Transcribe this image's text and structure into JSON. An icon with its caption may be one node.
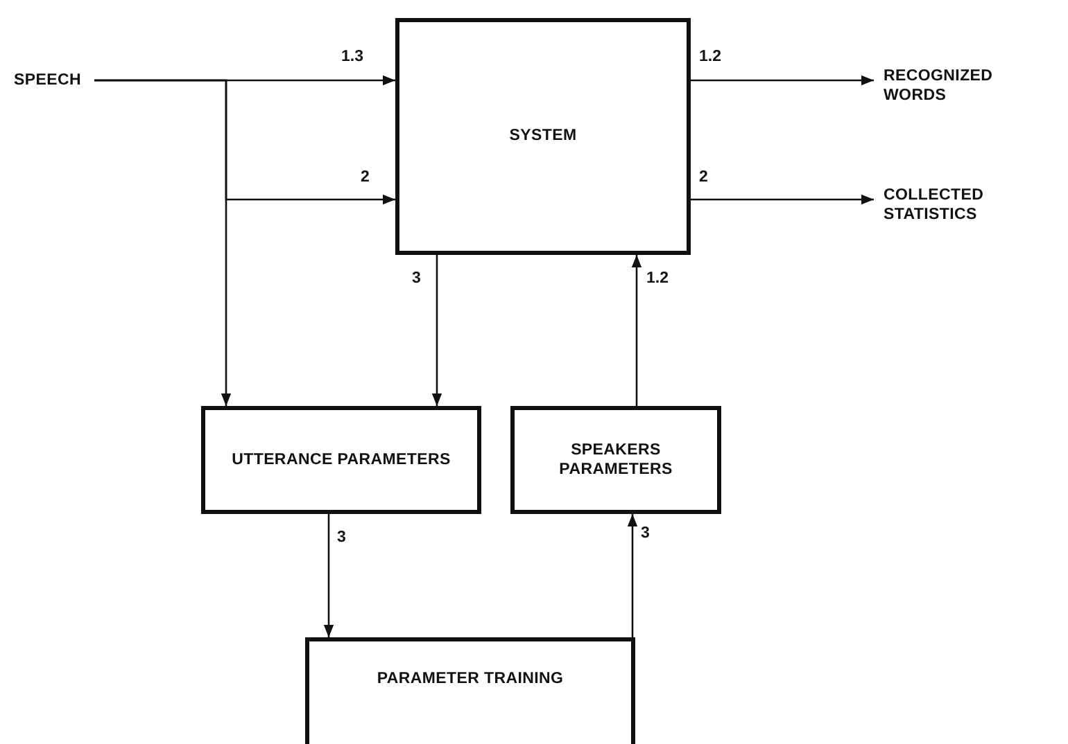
{
  "diagram": {
    "nodes": [
      {
        "text": [
          "SPEECH"
        ]
      },
      {
        "text": [
          "SYSTEM"
        ]
      },
      {
        "text": [
          "RECOGNIZED WORDS"
        ]
      },
      {
        "text": [
          "COLLECTED STATISTICS"
        ]
      },
      {
        "text": [
          "UTTERANCE PARAMETERS"
        ]
      },
      {
        "text": [
          "SPEAKERS PARAMETERS"
        ]
      },
      {
        "text": [
          "PARAMETER TRAINING"
        ]
      }
    ],
    "edges": [
      {
        "from": 0,
        "to": 1,
        "arrow": "to",
        "label": "1.3"
      },
      {
        "from": 0,
        "to": 1,
        "arrow": "to",
        "label": "2"
      },
      {
        "from": 0,
        "to": 4,
        "arrow": "to"
      },
      {
        "from": 1,
        "to": 2,
        "arrow": "to",
        "label": "1.2"
      },
      {
        "from": 1,
        "to": 3,
        "arrow": "to",
        "label": "2"
      },
      {
        "from": 1,
        "to": 4,
        "arrow": "to",
        "label": "3"
      },
      {
        "from": 5,
        "to": 1,
        "arrow": "to",
        "label": "1.2"
      },
      {
        "from": 4,
        "to": 6,
        "arrow": "to",
        "label": "3"
      },
      {
        "from": 6,
        "to": 5,
        "arrow": "to",
        "label": "3"
      }
    ]
  }
}
